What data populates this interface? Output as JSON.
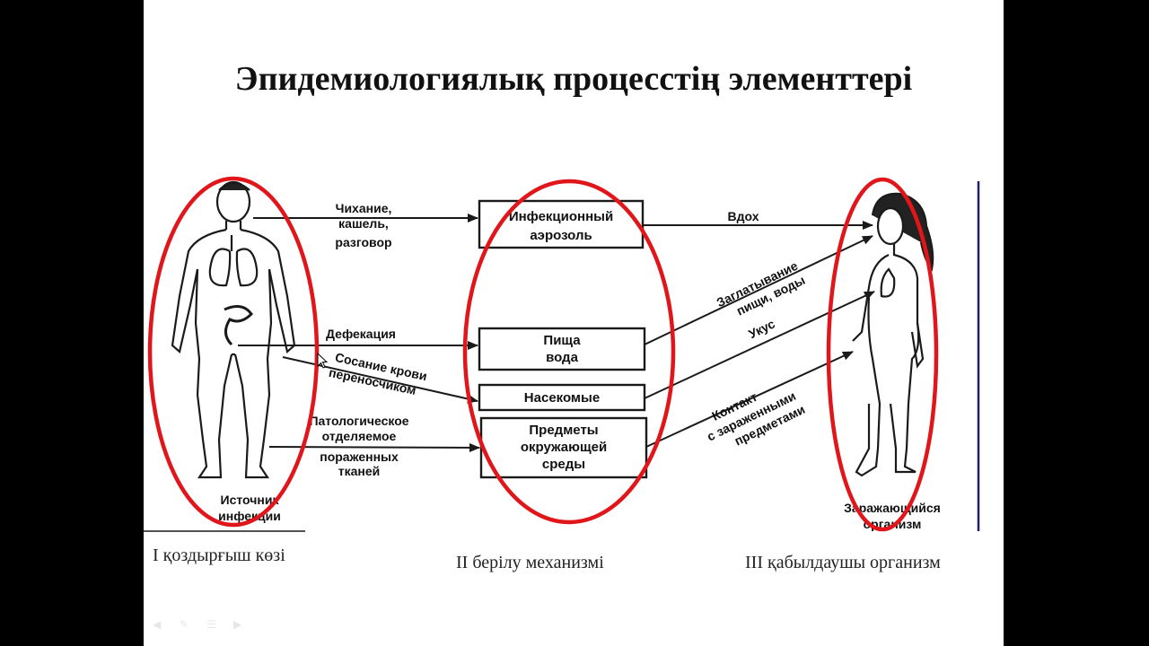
{
  "title": "Эпидемиологиялық процесстің элементтері",
  "diagram": {
    "source_label": [
      "Источник",
      "инфекции"
    ],
    "recipient_label": [
      "Заражающийся",
      "организм"
    ],
    "routes_left": {
      "r1": [
        "Чихание,",
        "кашель,",
        "разговор"
      ],
      "r2": [
        "Дефекация"
      ],
      "r3": [
        "Сосание крови",
        "переносчиком"
      ],
      "r4": [
        "Патологическое",
        "отделяемое",
        "пораженных",
        "тканей"
      ]
    },
    "boxes": {
      "b1": [
        "Инфекционный",
        "аэрозоль"
      ],
      "b2": [
        "Пища",
        "вода"
      ],
      "b3": [
        "Насекомые"
      ],
      "b4": [
        "Предметы",
        "окружающей",
        "среды"
      ]
    },
    "routes_right": {
      "r1": [
        "Вдох"
      ],
      "r2": [
        "Заглатывание",
        "пищи, воды"
      ],
      "r3": [
        "Укус"
      ],
      "r4": [
        "Контакт",
        "с зараженными",
        "предметами"
      ]
    }
  },
  "captions": {
    "c1": "I  қоздырғыш көзі",
    "c2": "II  берілу механизмі",
    "c3": "III  қабылдаушы организм"
  },
  "colors": {
    "ellipse": "#e0161b",
    "ink": "#1a1a1a",
    "divider": "#1f1f6e"
  },
  "icons": [
    "prev-arrow-icon",
    "pen-icon",
    "slides-menu-icon",
    "next-arrow-icon",
    "mouse-pointer-icon"
  ]
}
